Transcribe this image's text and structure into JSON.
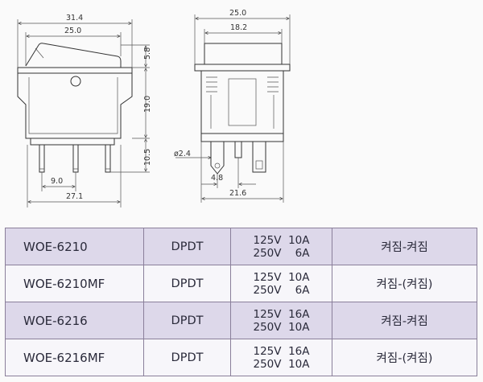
{
  "dimensions": {
    "side_top_width": "31.4",
    "side_inner_width": "25.0",
    "side_cap_height": "5.8",
    "side_body_height": "19.0",
    "side_pin_height": "10.5",
    "side_pin_offset": "9.0",
    "side_base_width": "27.1",
    "front_top_width": "25.0",
    "front_inner_width": "18.2",
    "front_pin_diameter": "ø2.4",
    "front_pin_pitch": "4.8",
    "front_base_width": "21.6"
  },
  "table": {
    "rows": [
      {
        "model": "WOE-6210",
        "contact": "DPDT",
        "rating_1": "125V  10A",
        "rating_2": "250V    6A",
        "action": "켜짐-켜짐"
      },
      {
        "model": "WOE-6210MF",
        "contact": "DPDT",
        "rating_1": "125V  10A",
        "rating_2": "250V    6A",
        "action": "켜짐-(켜짐)"
      },
      {
        "model": "WOE-6216",
        "contact": "DPDT",
        "rating_1": "125V  16A",
        "rating_2": "250V  10A",
        "action": "켜짐-켜짐"
      },
      {
        "model": "WOE-6216MF",
        "contact": "DPDT",
        "rating_1": "125V  16A",
        "rating_2": "250V  10A",
        "action": "켜짐-(켜짐)"
      }
    ]
  }
}
